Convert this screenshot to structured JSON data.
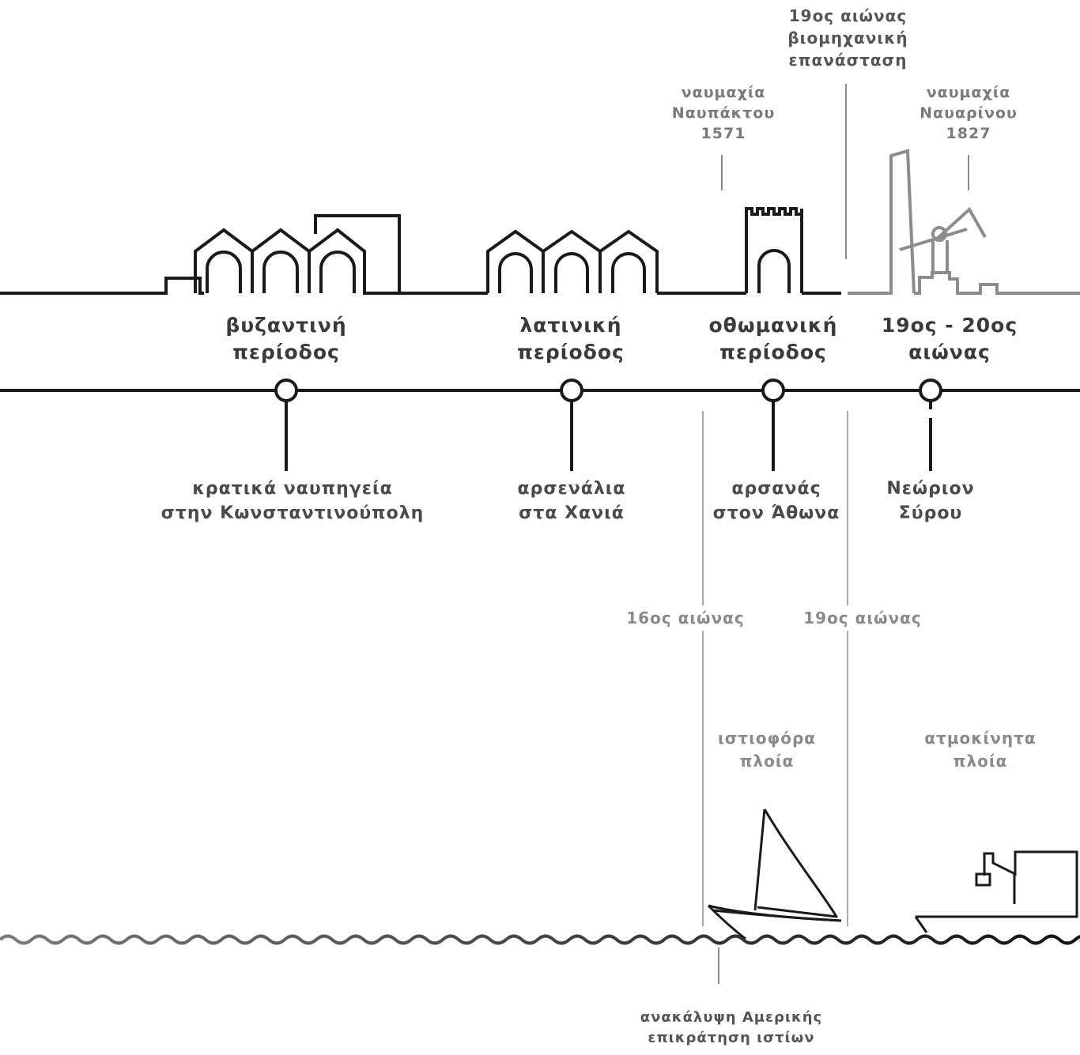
{
  "periods": [
    {
      "label": [
        "βυζαντινή",
        "περίοδος"
      ],
      "place": [
        "κρατικά ναυπηγεία",
        "στην Κωνσταντινούπολη"
      ]
    },
    {
      "label": [
        "λατινική",
        "περίοδος"
      ],
      "place": [
        "αρσενάλια",
        "στα Χανιά"
      ]
    },
    {
      "label": [
        "οθωμανική",
        "περίοδος"
      ],
      "place": [
        "αρσανάς",
        "στον Άθωνα"
      ]
    },
    {
      "label": [
        "19ος - 20ος",
        "αιώνας"
      ],
      "place": [
        "Νεώριον",
        "Σύρου"
      ]
    }
  ],
  "events": {
    "naupaktos": [
      "ναυμαχία",
      "Ναυπάκτου",
      "1571"
    ],
    "navarino": [
      "ναυμαχία",
      "Ναυαρίνου",
      "1827"
    ],
    "industrial": [
      "19ος αιώνας",
      "βιομηχανική",
      "επανάσταση"
    ]
  },
  "centuries": {
    "c16": "16ος αιώνας",
    "c19": "19ος αιώνας"
  },
  "ships": {
    "sailing": [
      "ιστιοφόρα",
      "πλοία"
    ],
    "steam": [
      "ατμοκίνητα",
      "πλοία"
    ]
  },
  "bottom_note": [
    "ανακάλυψη Αμερικής",
    "επικράτηση ιστίων"
  ],
  "colors": {
    "dark": "#1a1a1a",
    "gray": "#8c8c8c",
    "lightgray": "#a8a8a8"
  },
  "icons": [
    "byzantine-shipyard-icon",
    "venetian-arsenal-icon",
    "ottoman-tower-icon",
    "industrial-factory-icon",
    "sailing-ship-icon",
    "steam-ship-icon",
    "sea-waves-icon"
  ]
}
